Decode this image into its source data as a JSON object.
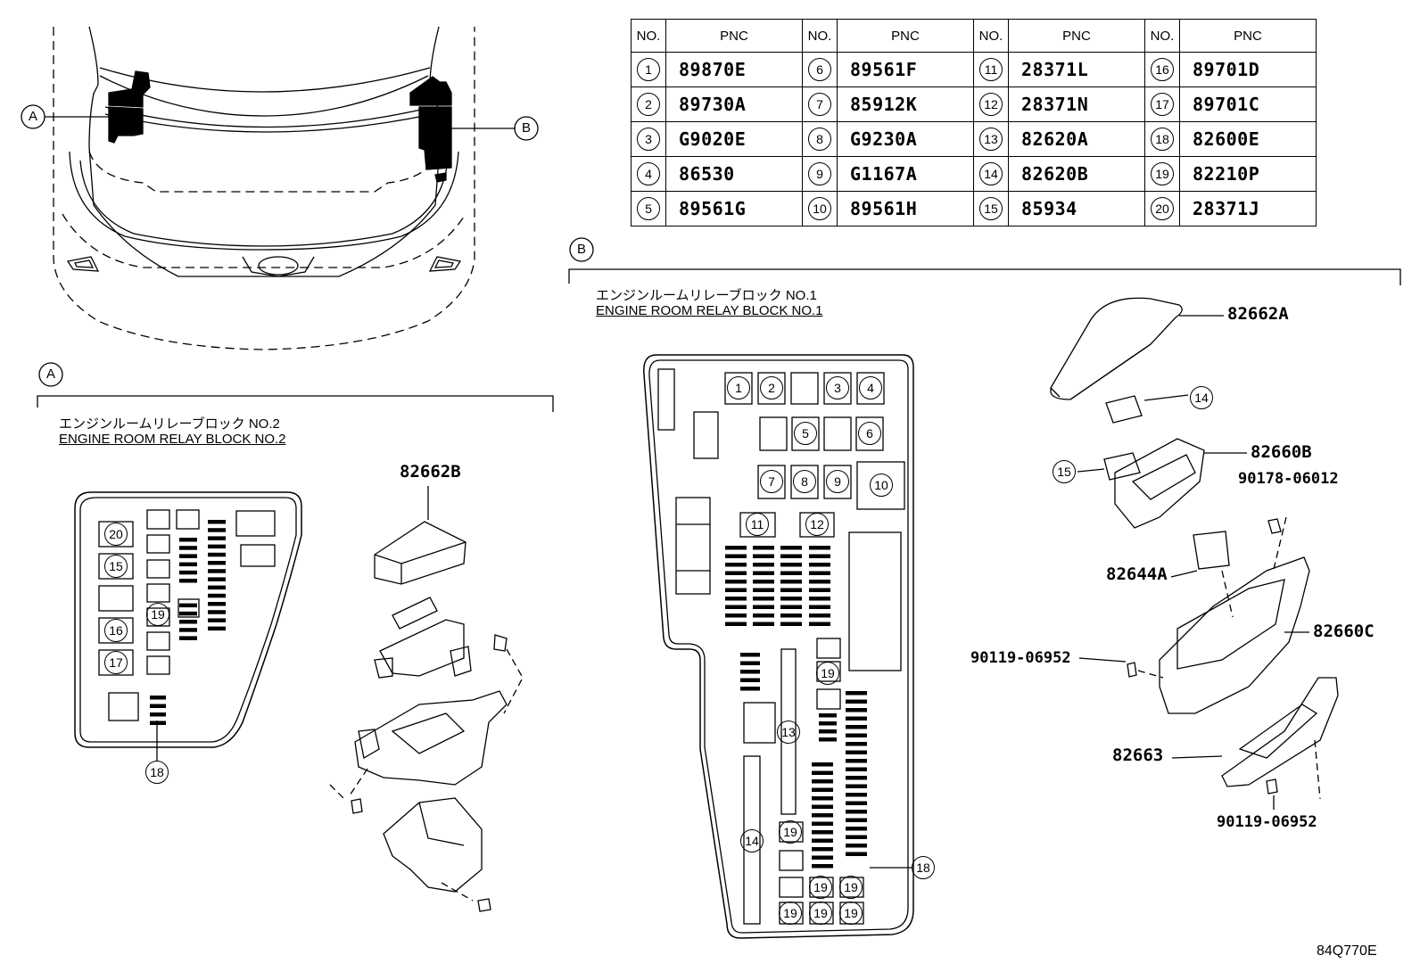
{
  "table": {
    "header_no": "NO.",
    "header_pnc": "PNC",
    "rows": [
      [
        {
          "no": "1",
          "pnc": "89870E"
        },
        {
          "no": "6",
          "pnc": "89561F"
        },
        {
          "no": "11",
          "pnc": "28371L"
        },
        {
          "no": "16",
          "pnc": "89701D"
        }
      ],
      [
        {
          "no": "2",
          "pnc": "89730A"
        },
        {
          "no": "7",
          "pnc": "85912K"
        },
        {
          "no": "12",
          "pnc": "28371N"
        },
        {
          "no": "17",
          "pnc": "89701C"
        }
      ],
      [
        {
          "no": "3",
          "pnc": "G9020E"
        },
        {
          "no": "8",
          "pnc": "G9230A"
        },
        {
          "no": "13",
          "pnc": "82620A"
        },
        {
          "no": "18",
          "pnc": "82600E"
        }
      ],
      [
        {
          "no": "4",
          "pnc": "86530"
        },
        {
          "no": "9",
          "pnc": "G1167A"
        },
        {
          "no": "14",
          "pnc": "82620B"
        },
        {
          "no": "19",
          "pnc": "82210P"
        }
      ],
      [
        {
          "no": "5",
          "pnc": "89561G"
        },
        {
          "no": "10",
          "pnc": "89561H"
        },
        {
          "no": "15",
          "pnc": "85934"
        },
        {
          "no": "20",
          "pnc": "28371J"
        }
      ]
    ]
  },
  "callouts": {
    "a": "A",
    "b": "B"
  },
  "block_a": {
    "title_jp": "エンジンルームリレーブロック NO.2",
    "title_en": "ENGINE ROOM RELAY BLOCK NO.2",
    "part_cover": "82662B",
    "nums": [
      "20",
      "15",
      "16",
      "17",
      "19",
      "18"
    ]
  },
  "block_b": {
    "title_jp": "エンジンルームリレーブロック NO.1",
    "title_en": "ENGINE ROOM RELAY BLOCK NO.1",
    "parts": {
      "cover": "82662A",
      "upper_case": "82660B",
      "bolt_top": "90178-06012",
      "module": "82644A",
      "lower_case": "82660C",
      "bolt_left": "90119-06952",
      "bracket": "82663",
      "bolt_bottom": "90119-06952"
    },
    "nums": [
      "1",
      "2",
      "3",
      "4",
      "5",
      "6",
      "7",
      "8",
      "9",
      "10",
      "11",
      "12",
      "13",
      "14",
      "15",
      "18",
      "19"
    ]
  },
  "diagram_id": "84Q770E"
}
